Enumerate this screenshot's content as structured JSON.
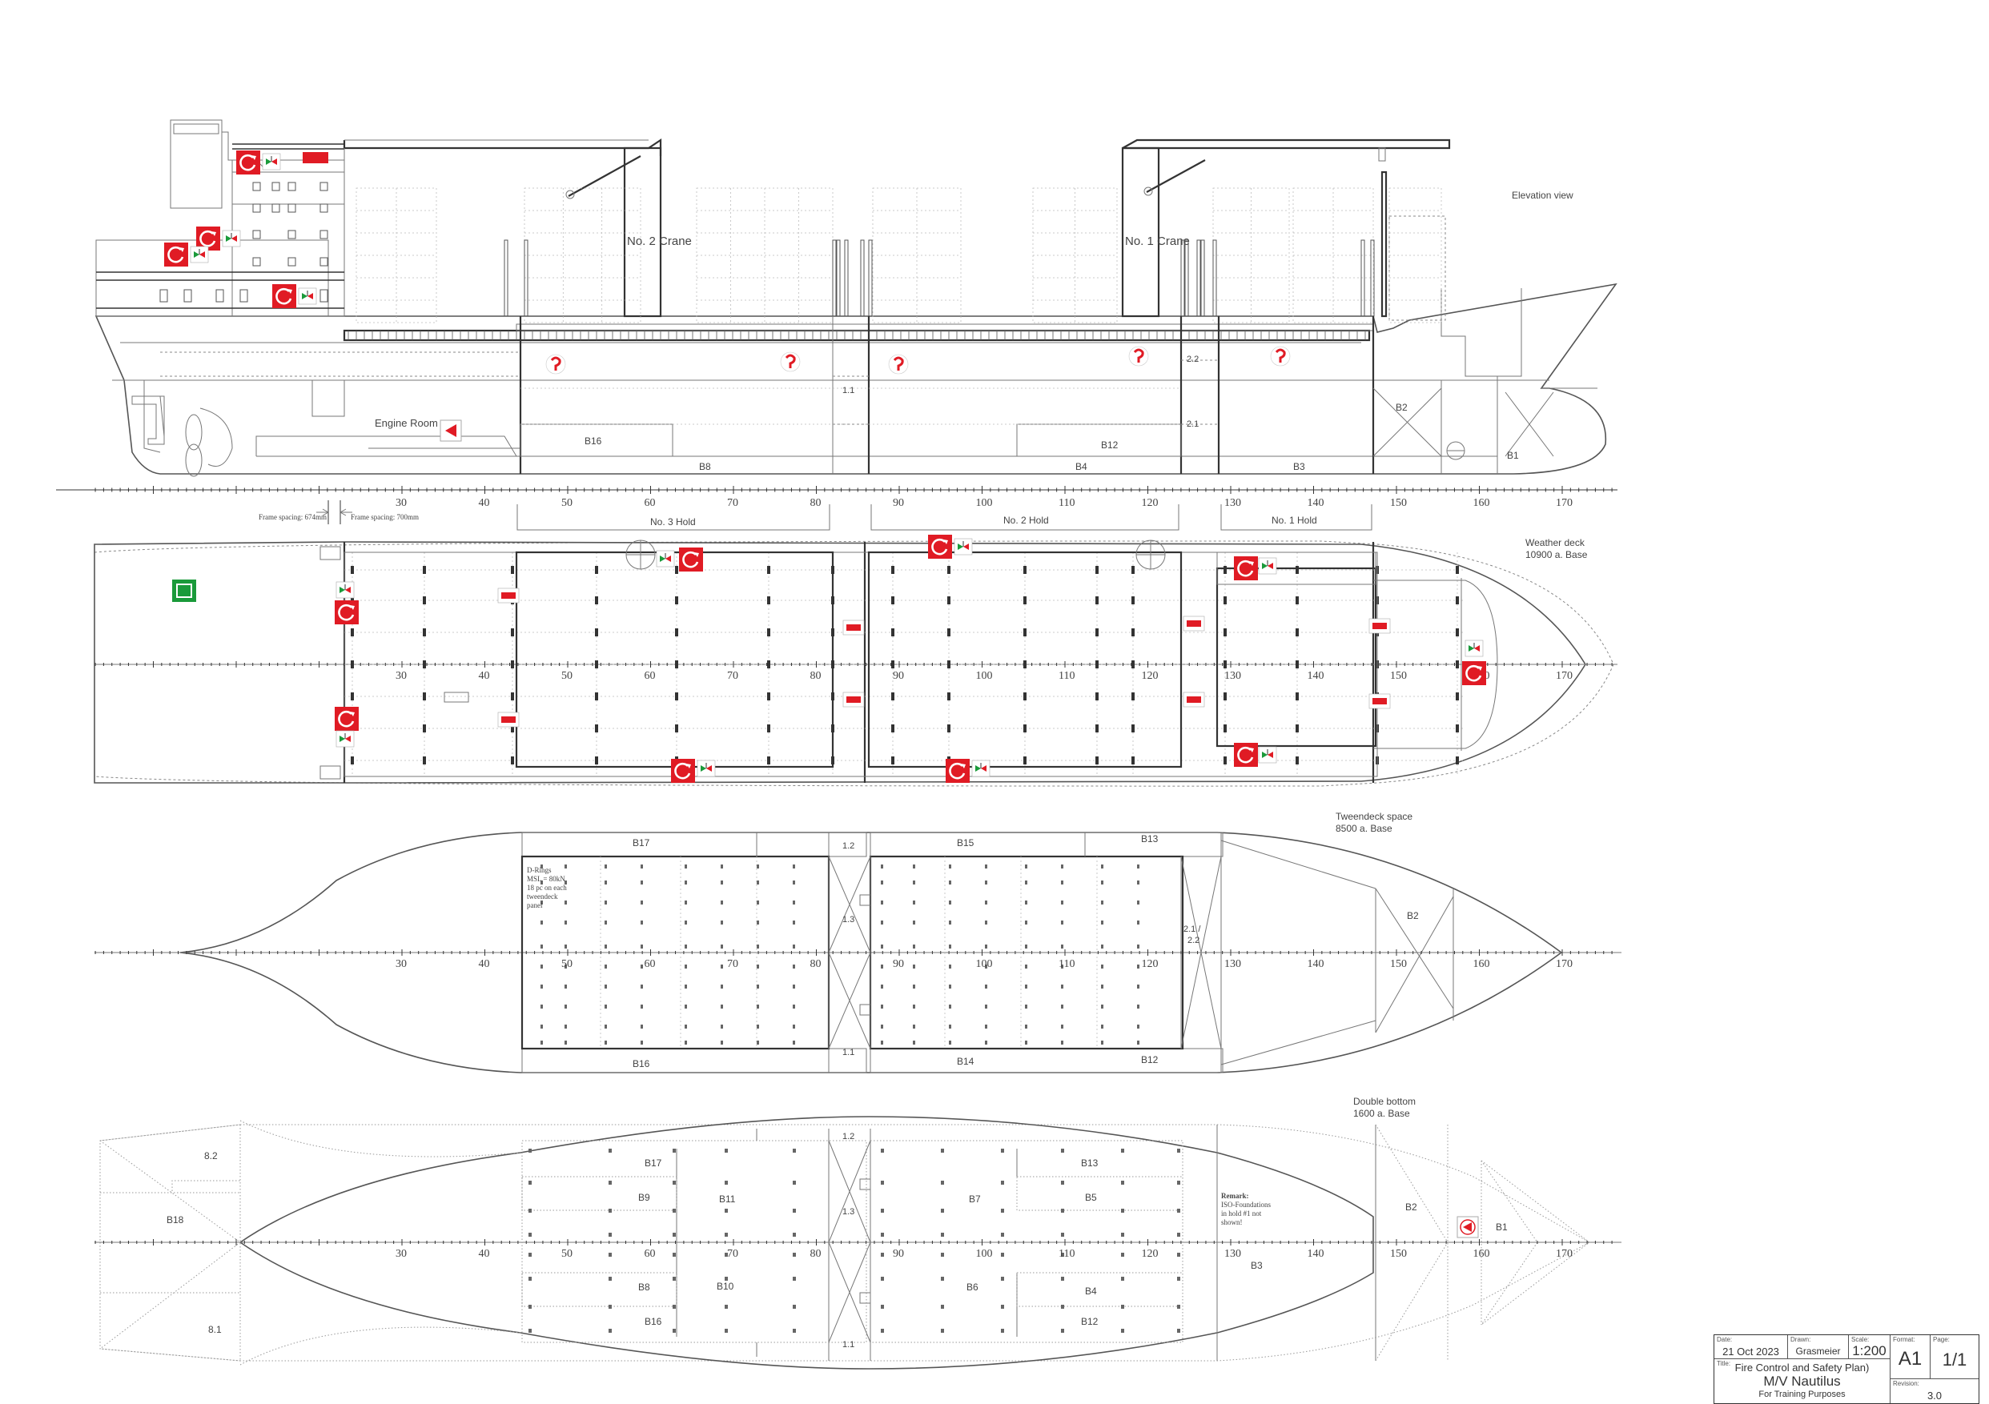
{
  "views": {
    "elevation": {
      "title": "Elevation view"
    },
    "weather_deck": {
      "title": "Weather deck",
      "level": "10900 a. Base"
    },
    "tweendeck": {
      "title": "Tweendeck space",
      "level": "8500 a. Base"
    },
    "double_bottom": {
      "title": "Double bottom",
      "level": "1600 a. Base"
    }
  },
  "labels": {
    "crane2": "No. 2 Crane",
    "crane1": "No. 1 Crane",
    "engine_room": "Engine Room",
    "hold3": "No. 3 Hold",
    "hold2": "No. 2 Hold",
    "hold1": "No. 1 Hold",
    "frame_spacing_aft": "Frame spacing: 674mm",
    "frame_spacing_fwd": "Frame spacing: 700mm",
    "d_rings_1": "D-Rings",
    "d_rings_2": "MSL = 80kN",
    "d_rings_3": "18 pc on each",
    "d_rings_4": "tweendeck",
    "d_rings_5": "panel",
    "remark_title": "Remark:",
    "remark_1": "ISO-Foundations",
    "remark_2": "in hold #1 not",
    "remark_3": "shown!"
  },
  "frames": {
    "elevation": [
      "30",
      "40",
      "50",
      "60",
      "70",
      "80",
      "90",
      "100",
      "110",
      "120",
      "130",
      "140",
      "150",
      "160",
      "170"
    ],
    "plans": [
      "30",
      "40",
      "50",
      "60",
      "70",
      "80",
      "90",
      "100",
      "110",
      "120",
      "130",
      "140",
      "150",
      "160",
      "170"
    ]
  },
  "tanks": {
    "elevation": {
      "b16": "B16",
      "b8": "B8",
      "b12": "B12",
      "b4": "B4",
      "b3": "B3",
      "b2": "B2",
      "b1": "B1",
      "t11": "1.1",
      "t22": "2.2",
      "t21": "2.1"
    },
    "tweendeck": {
      "b17": "B17",
      "b15": "B15",
      "b13": "B13",
      "b16": "B16",
      "b14": "B14",
      "b12": "B12",
      "b2": "B2",
      "t12": "1.2",
      "t13": "1.3",
      "t11": "1.1",
      "t21": "2.1 /",
      "t22": "2.2"
    },
    "double_bottom": {
      "b82": "8.2",
      "b18": "B18",
      "b81": "8.1",
      "b17": "B17",
      "b9": "B9",
      "b11": "B11",
      "b7": "B7",
      "b13": "B13",
      "b5": "B5",
      "b8": "B8",
      "b10": "B10",
      "b6": "B6",
      "b4": "B4",
      "b16": "B16",
      "b12": "B12",
      "b3": "B3",
      "b2": "B2",
      "b1": "B1",
      "t12": "1.2",
      "t13": "1.3",
      "t11": "1.1"
    }
  },
  "title_block": {
    "date_caption": "Date:",
    "date": "21 Oct 2023",
    "drawn_caption": "Drawn:",
    "drawn": "Grasmeier",
    "scale_caption": "Scale:",
    "scale": "1:200",
    "format_caption": "Format:",
    "format": "A1",
    "page_caption": "Page:",
    "page": "1/1",
    "title_caption": "Title:",
    "title_line1": "Fire Control and Safety Plan)",
    "title_line2": "M/V Nautilus",
    "title_line3": "For Training Purposes",
    "revision_caption": "Revision:",
    "revision": "3.0"
  },
  "colors": {
    "fire_symbol": "#e01b24",
    "escape_sign": "#1a9a3a",
    "outline": "#555555"
  }
}
